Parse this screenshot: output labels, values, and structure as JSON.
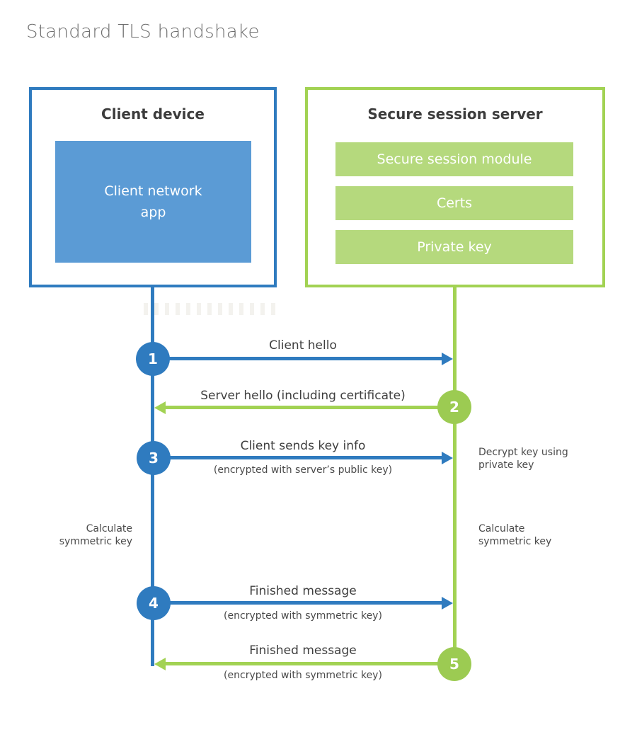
{
  "title": "Standard TLS handshake",
  "colors": {
    "blue": "#2f7bbf",
    "blue_fill": "#5b9bd5",
    "green_line": "#a2d253",
    "green_fill": "#b5d97d",
    "green_circle": "#9ccb52",
    "heading_text": "#3c3c3c",
    "title_text": "#6e6e6e"
  },
  "client_box": {
    "title": "Client device",
    "app_label": "Client network\napp"
  },
  "server_box": {
    "title": "Secure session server",
    "modules": [
      "Secure session module",
      "Certs",
      "Private key"
    ]
  },
  "messages": [
    {
      "num": "1",
      "label": "Client hello",
      "sub": "",
      "from": "client",
      "to": "server"
    },
    {
      "num": "2",
      "label": "Server hello (including certificate)",
      "sub": "",
      "from": "server",
      "to": "client"
    },
    {
      "num": "3",
      "label": "Client sends key info",
      "sub": "(encrypted with server’s public key)",
      "from": "client",
      "to": "server"
    },
    {
      "num": "4",
      "label": "Finished message",
      "sub": "(encrypted with symmetric key)",
      "from": "client",
      "to": "server"
    },
    {
      "num": "5",
      "label": "Finished message",
      "sub": "(encrypted with symmetric key)",
      "from": "server",
      "to": "client"
    }
  ],
  "side_notes": {
    "decrypt": "Decrypt key using\nprivate key",
    "calc_left": "Calculate\nsymmetric key",
    "calc_right": "Calculate\nsymmetric key"
  }
}
